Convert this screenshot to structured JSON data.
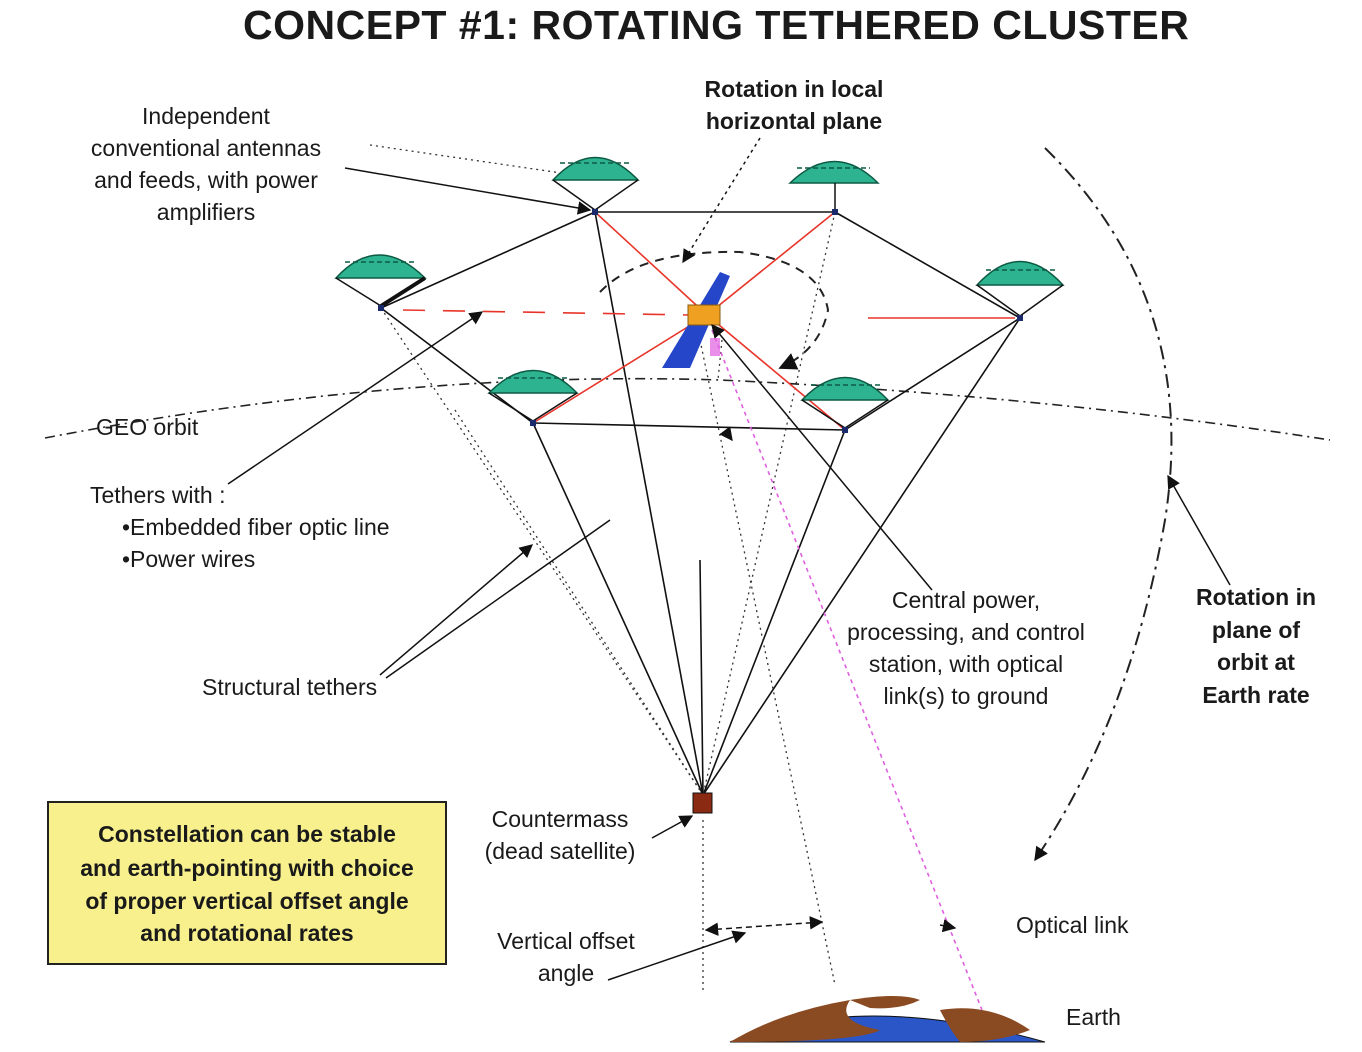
{
  "title": "CONCEPT #1: ROTATING TETHERED CLUSTER",
  "labels": {
    "antennas": [
      "Independent",
      "conventional antennas",
      "and feeds, with power",
      "amplifiers"
    ],
    "rotation_local": [
      "Rotation in local",
      "horizontal plane"
    ],
    "geo_orbit": "GEO orbit",
    "tethers_with": "Tethers with :",
    "tether_items": [
      "•Embedded fiber optic line",
      "•Power wires"
    ],
    "structural_tethers": "Structural tethers",
    "central_station": [
      "Central power,",
      "processing, and control",
      "station, with optical",
      "link(s) to ground"
    ],
    "rotation_orbit": [
      "Rotation in",
      "plane of",
      "orbit at",
      "Earth rate"
    ],
    "countermass": [
      "Countermass",
      "(dead satellite)"
    ],
    "vertical_offset": [
      "Vertical offset",
      "angle"
    ],
    "optical_link": "Optical link",
    "earth": "Earth"
  },
  "note": [
    "Constellation can be stable",
    "and earth-pointing with choice",
    "of proper vertical offset angle",
    "and rotational rates"
  ],
  "colors": {
    "antenna_fill": "#2db38f",
    "tether_red": "#e8352a",
    "satellite_blue": "#2546c8",
    "satellite_body": "#f0a020",
    "countermass": "#8b2a12",
    "earth_land": "#8a4a22",
    "earth_ocean": "#2a56c8",
    "optical_link": "#e060e0",
    "note_bg": "#f7f08c"
  }
}
